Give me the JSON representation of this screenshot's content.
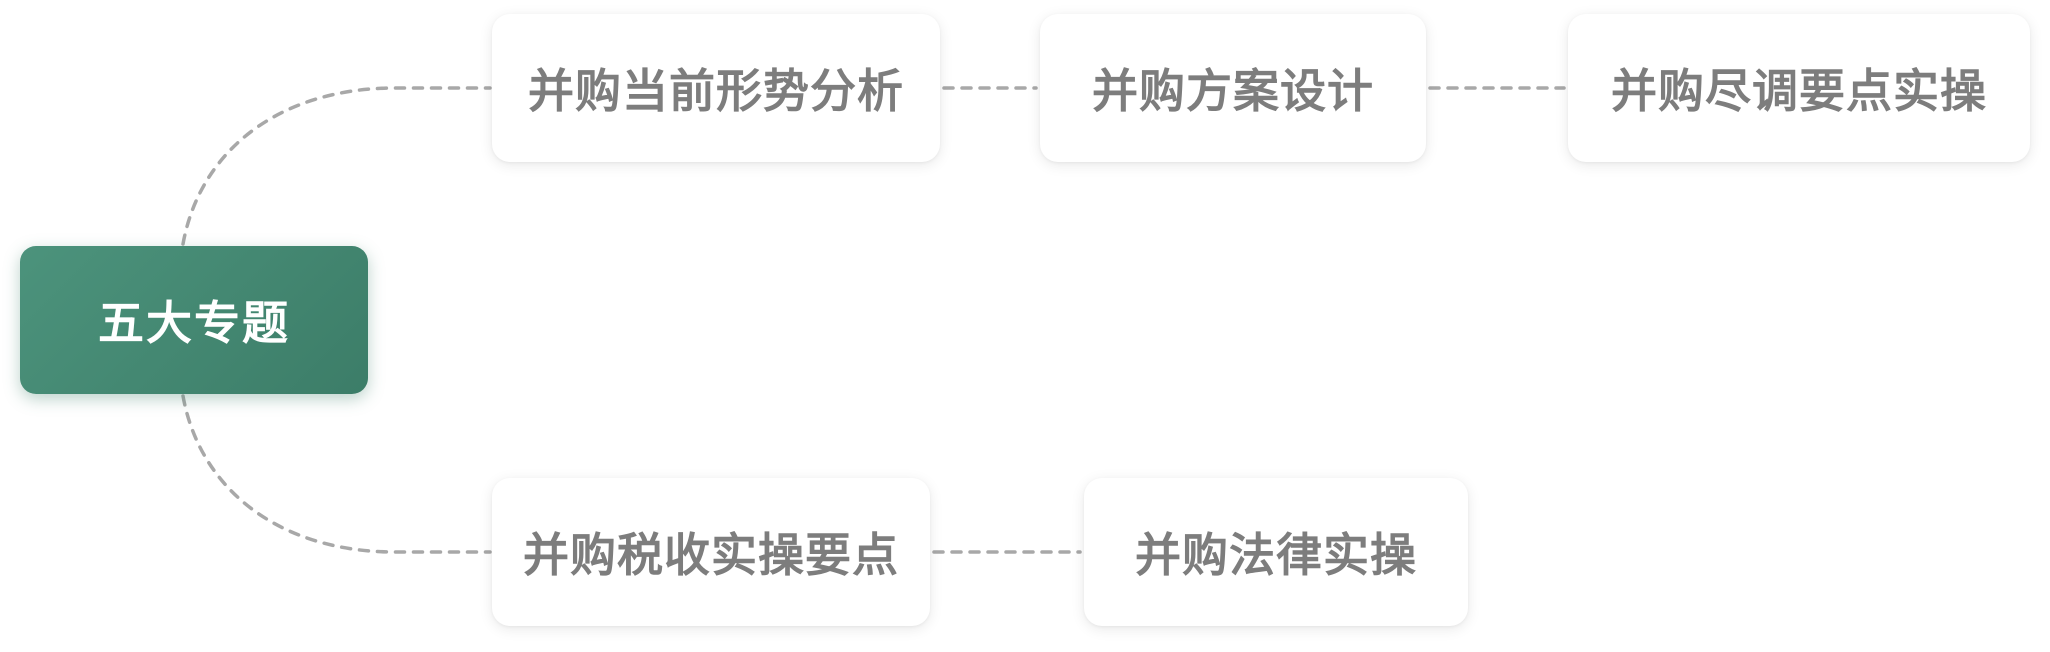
{
  "root": {
    "label": "五大专题"
  },
  "nodes": [
    {
      "id": "n-1",
      "label": "并购当前形势分析"
    },
    {
      "id": "n-2",
      "label": "并购方案设计"
    },
    {
      "id": "n-3",
      "label": "并购尽调要点实操"
    },
    {
      "id": "n-4",
      "label": "并购税收实操要点"
    },
    {
      "id": "n-5",
      "label": "并购法律实操"
    }
  ],
  "colors": {
    "root_gradient_start": "#4c937c",
    "root_gradient_end": "#3c7d68",
    "node_text": "#7d7d7d",
    "connector": "#a8a8a8"
  }
}
